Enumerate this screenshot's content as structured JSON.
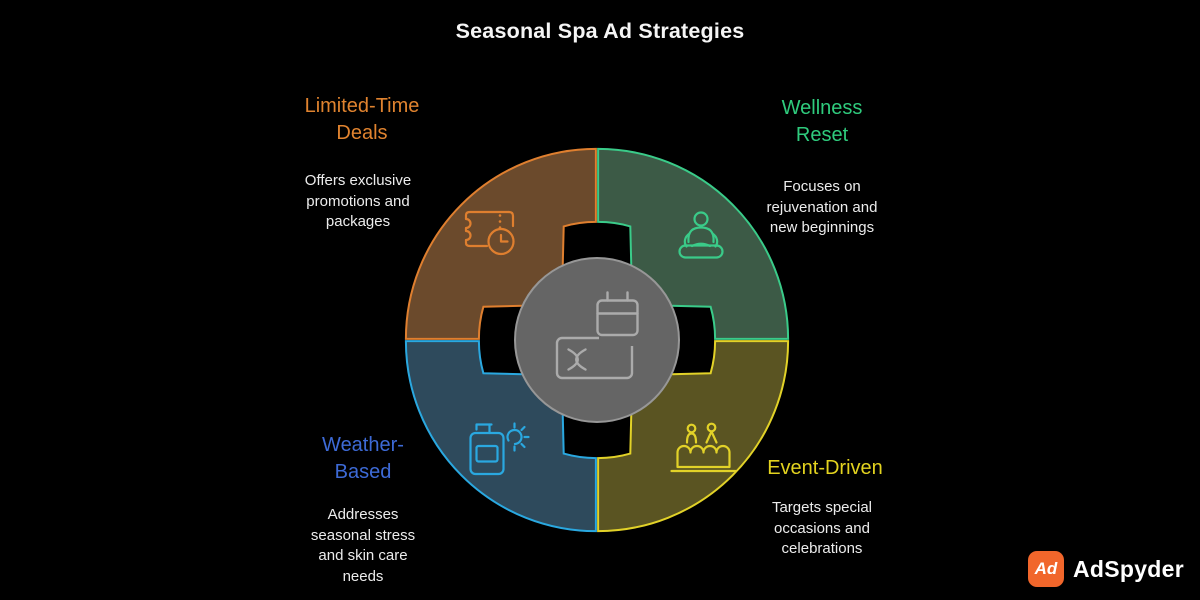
{
  "title": "Seasonal Spa Ad Strategies",
  "background_color": "#000000",
  "center": {
    "icon": "calendar-booking-icon",
    "circle_color": "#656565"
  },
  "segments": [
    {
      "id": "limited-time-deals",
      "position": "top-left",
      "label_lines": [
        "Limited-Time",
        "Deals"
      ],
      "desc_lines": [
        "Offers exclusive",
        "promotions and",
        "packages"
      ],
      "accent_color": "#e0832f",
      "arc_color": "#df7f2f",
      "fill_color": "#6b4a2c",
      "icon": "ticket-clock-icon"
    },
    {
      "id": "wellness-reset",
      "position": "top-right",
      "label_lines": [
        "Wellness",
        "Reset"
      ],
      "desc_lines": [
        "Focuses on",
        "rejuvenation and",
        "new beginnings"
      ],
      "accent_color": "#2fcb7d",
      "arc_color": "#3acb89",
      "fill_color": "#3c5a46",
      "icon": "meditation-person-icon"
    },
    {
      "id": "weather-based",
      "position": "bottom-left",
      "label_lines": [
        "Weather-",
        "Based"
      ],
      "desc_lines": [
        "Addresses",
        "seasonal stress",
        "and skin care",
        "needs"
      ],
      "accent_color": "#3d6ad6",
      "arc_color": "#2aa8e0",
      "fill_color": "#2e4a5c",
      "icon": "lotion-bottle-sun-icon"
    },
    {
      "id": "event-driven",
      "position": "bottom-right",
      "label_lines": [
        "Event-Driven"
      ],
      "desc_lines": [
        "Targets special",
        "occasions and",
        "celebrations"
      ],
      "accent_color": "#e3d31f",
      "arc_color": "#e2d228",
      "fill_color": "#5a5422",
      "icon": "celebration-cake-icon"
    }
  ],
  "brand": {
    "logo_text": "Ad",
    "name": "AdSpyder",
    "logo_color": "#f1662b"
  }
}
